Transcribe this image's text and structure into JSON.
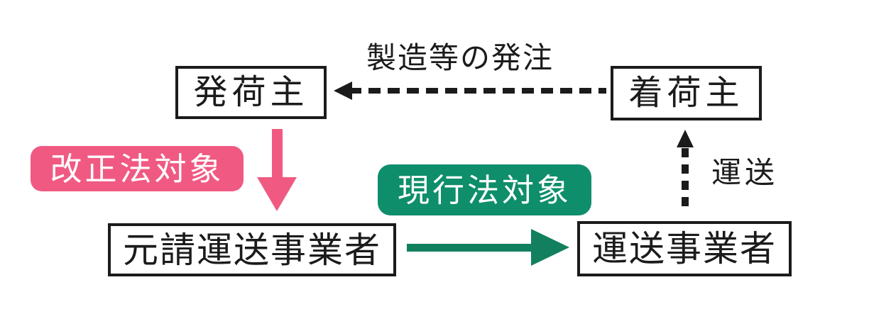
{
  "diagram": {
    "background_color": "#ffffff",
    "colors": {
      "box_border": "#1b1b1b",
      "text": "#1b1b1b",
      "pink_accent": "#f05a82",
      "green_badge": "#0e8e6b",
      "green_arrow": "#12805f",
      "badge_text": "#ffffff"
    },
    "nodes": [
      {
        "id": "shipper",
        "label": "発荷主"
      },
      {
        "id": "consignee",
        "label": "着荷主"
      },
      {
        "id": "prime_carrier",
        "label": "元請運送事業者"
      },
      {
        "id": "carrier",
        "label": "運送事業者"
      }
    ],
    "badges": [
      {
        "id": "revised_law",
        "label": "改正法対象",
        "color": "#f05a82"
      },
      {
        "id": "current_law",
        "label": "現行法対象",
        "color": "#0e8e6b"
      }
    ],
    "edges": [
      {
        "id": "order",
        "label": "製造等の発注",
        "from": "着荷主",
        "to": "発荷主",
        "style": "dashed-black",
        "direction": "left"
      },
      {
        "id": "revised",
        "label": "",
        "from": "発荷主",
        "to": "元請運送事業者",
        "style": "solid-pink",
        "direction": "down"
      },
      {
        "id": "current",
        "label": "",
        "from": "元請運送事業者",
        "to": "運送事業者",
        "style": "solid-green",
        "direction": "right"
      },
      {
        "id": "transport",
        "label": "運送",
        "from": "運送事業者",
        "to": "着荷主",
        "style": "dashed-black",
        "direction": "up"
      }
    ]
  }
}
